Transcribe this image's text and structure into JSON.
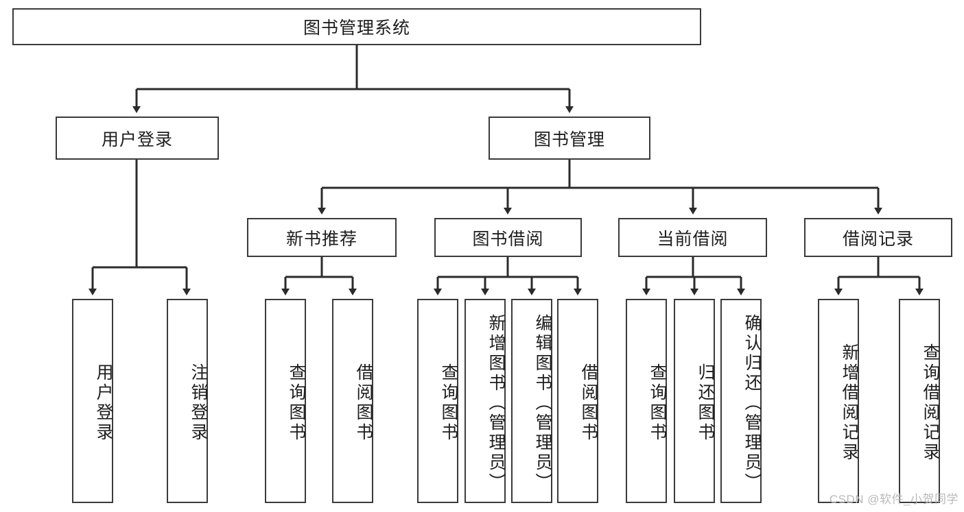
{
  "diagram": {
    "title": "图书管理系统",
    "type": "tree-hierarchy-diagram",
    "colors": {
      "box_border": "#3a3a3a",
      "box_fill": "#ffffff",
      "connector": "#2b2b2b",
      "text": "#1d1d1d",
      "watermark": "#b9b9b9"
    },
    "root": {
      "label": "图书管理系统"
    },
    "level2": [
      {
        "label": "用户登录"
      },
      {
        "label": "图书管理"
      }
    ],
    "level3": [
      {
        "label": "新书推荐"
      },
      {
        "label": "图书借阅"
      },
      {
        "label": "当前借阅"
      },
      {
        "label": "借阅记录"
      }
    ],
    "leaves_user_login": [
      {
        "label": "用户登录"
      },
      {
        "label": "注销登录"
      }
    ],
    "leaves_new_book": [
      {
        "label": "查询图书"
      },
      {
        "label": "借阅图书"
      }
    ],
    "leaves_borrow": [
      {
        "label": "查询图书"
      },
      {
        "label": "新增图书（管理员）"
      },
      {
        "label": "编辑图书（管理员）"
      },
      {
        "label": "借阅图书"
      }
    ],
    "leaves_current": [
      {
        "label": "查询图书"
      },
      {
        "label": "归还图书"
      },
      {
        "label": "确认归还（管理员）"
      }
    ],
    "leaves_records": [
      {
        "label": "新增借阅记录"
      },
      {
        "label": "查询借阅记录"
      }
    ]
  },
  "watermark": {
    "text": "CSDN @软件_小贺同学"
  }
}
